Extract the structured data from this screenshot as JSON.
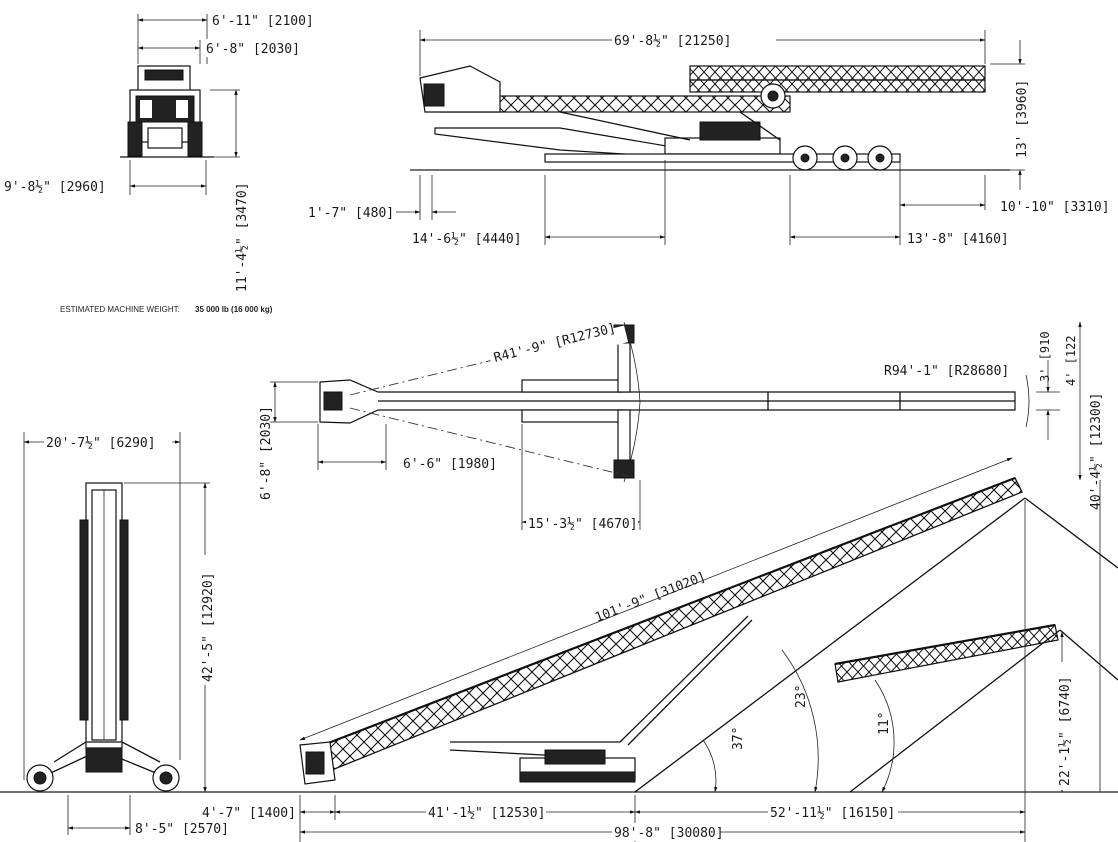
{
  "weight_note": {
    "label": "ESTIMATED MACHINE WEIGHT:",
    "value": "35 000 lb (16 000 kg)"
  },
  "dimensions": {
    "front_overall_width": "6'-11\" [2100]",
    "front_track_width": "6'-8\" [2030]",
    "front_height": "9'-8½\" [2960]",
    "front_depth": "11'-4½\" [3470]",
    "transport_length": "69'-8½\" [21250]",
    "transport_height": "13' [3960]",
    "transport_front_overhang": "1'-7\" [480]",
    "transport_pivot": "14'-6½\" [4440]",
    "transport_axle": "13'-8\" [4160]",
    "transport_rear": "10'-10\" [3310]",
    "plan_radius_inner": "R41'-9\" [R12730]",
    "plan_radius_outer": "R94'-1\" [R28680]",
    "plan_3ft": "3' [910",
    "plan_4ft": "4' [122",
    "plan_width": "6'-8\" [2030]",
    "plan_feed": "6'-6\" [1980]",
    "plan_wheels": "15'-3½\" [4670]",
    "plan_side": "40'-4½\" [12300]",
    "end_width": "20'-7½\" [6290]",
    "end_height": "42'-5\" [12920]",
    "end_base": "8'-5\" [2570]",
    "conveyor_length": "101'-9\" [31020]",
    "angle_23": "23°",
    "angle_37": "37°",
    "angle_11": "11°",
    "low_height": "22'-1½\" [6740]",
    "base_offset": "4'-7\" [1400]",
    "base_pivot": "41'-1½\" [12530]",
    "base_reach": "52'-11½\" [16150]",
    "base_total": "98'-8\" [30080]"
  }
}
